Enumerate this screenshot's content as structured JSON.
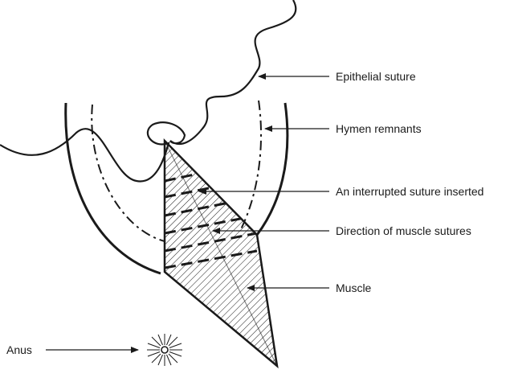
{
  "labels": {
    "epithelial_suture": "Epithelial suture",
    "hymen_remnants": "Hymen remnants",
    "interrupted_suture": "An interrupted suture inserted",
    "muscle_suture_direction": "Direction of muscle sutures",
    "muscle": "Muscle",
    "anus": "Anus"
  },
  "colors": {
    "ink": "#1a1a1a",
    "background": "#ffffff"
  }
}
